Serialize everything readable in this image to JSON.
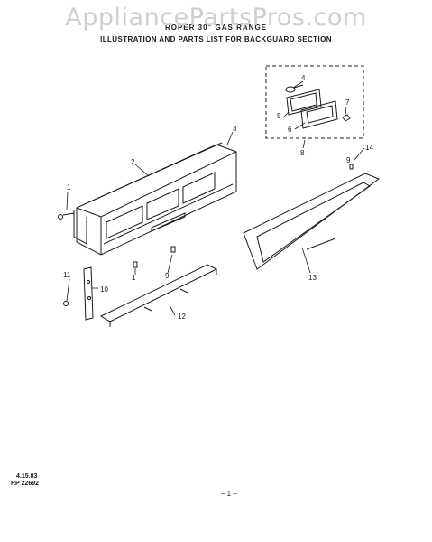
{
  "watermark": "AppliancePartsPros.com",
  "header": {
    "line1": "ROPER 30\" GAS RANGE",
    "line2": "ILLUSTRATION AND PARTS LIST FOR BACKGUARD SECTION"
  },
  "callouts": {
    "c1": "1",
    "c2": "2",
    "c3": "3",
    "c4": "4",
    "c5": "5",
    "c6": "6",
    "c7": "7",
    "c8": "8",
    "c9a": "9",
    "c9b": "9",
    "c10": "10",
    "c11": "11",
    "c12": "12",
    "c13": "13",
    "c14": "14",
    "c1b": "1"
  },
  "footer": {
    "date": "4.15.83",
    "part_ref": "RP 22692",
    "page": "– 1 –"
  }
}
